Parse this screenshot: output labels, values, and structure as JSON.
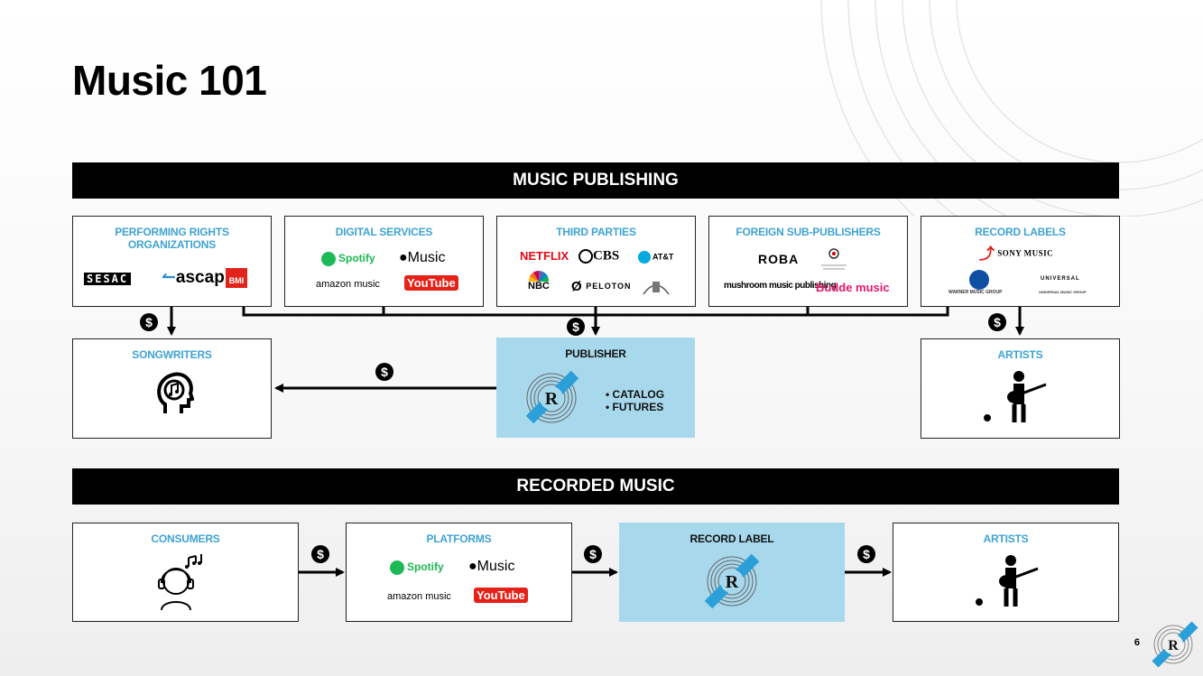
{
  "title": "Music 101",
  "page_number": "6",
  "accent_color": "#3ea3d3",
  "publisher_fill": "#a8d8ec",
  "publishing": {
    "bar_label": "MUSIC PUBLISHING",
    "pro": {
      "header": "PERFORMING RIGHTS ORGANIZATIONS",
      "logos": [
        "SESAC",
        "ascap",
        "BMI"
      ]
    },
    "digital": {
      "header": "DIGITAL SERVICES",
      "logos": [
        "Spotify",
        "Music",
        "amazon music",
        "YouTube"
      ]
    },
    "third": {
      "header": "THIRD PARTIES",
      "logos": [
        "NETFLIX",
        "CBS",
        "AT&T",
        "NBC",
        "PELOTON"
      ]
    },
    "foreign": {
      "header": "FOREIGN SUB-PUBLISHERS",
      "logos": [
        "ROBA",
        "mushroom music publishing",
        "Budde music"
      ]
    },
    "labels": {
      "header": "RECORD LABELS",
      "logos": [
        "SONY MUSIC",
        "WARNER MUSIC GROUP",
        "UNIVERSAL",
        "UNIVERSAL MUSIC GROUP"
      ]
    },
    "songwriters": {
      "header": "SONGWRITERS",
      "icon": "head-music-icon"
    },
    "publisher": {
      "header": "PUBLISHER",
      "bullets": [
        "CATALOG",
        "FUTURES"
      ]
    },
    "artists": {
      "header": "ARTISTS",
      "icon": "guitarist-icon"
    }
  },
  "recorded": {
    "bar_label": "RECORDED MUSIC",
    "consumers": {
      "header": "CONSUMERS",
      "icon": "headphones-listener-icon"
    },
    "platforms": {
      "header": "PLATFORMS",
      "logos": [
        "Spotify",
        "Music",
        "amazon music",
        "YouTube"
      ]
    },
    "record_label": {
      "header": "RECORD LABEL"
    },
    "artists": {
      "header": "ARTISTS",
      "icon": "guitarist-icon"
    }
  },
  "money_symbol": "$"
}
